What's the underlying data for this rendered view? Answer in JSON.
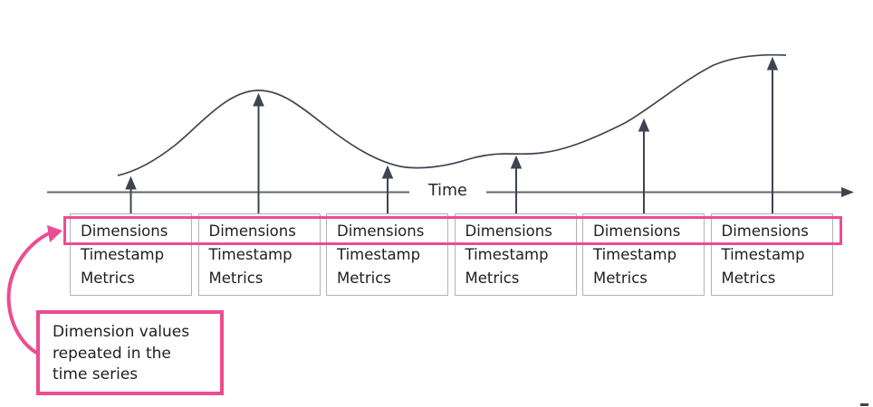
{
  "axis": {
    "label": "Time"
  },
  "records": [
    {
      "dimensions": "Dimensions",
      "timestamp": "Timestamp",
      "metrics": "Metrics"
    },
    {
      "dimensions": "Dimensions",
      "timestamp": "Timestamp",
      "metrics": "Metrics"
    },
    {
      "dimensions": "Dimensions",
      "timestamp": "Timestamp",
      "metrics": "Metrics"
    },
    {
      "dimensions": "Dimensions",
      "timestamp": "Timestamp",
      "metrics": "Metrics"
    },
    {
      "dimensions": "Dimensions",
      "timestamp": "Timestamp",
      "metrics": "Metrics"
    },
    {
      "dimensions": "Dimensions",
      "timestamp": "Timestamp",
      "metrics": "Metrics"
    }
  ],
  "callout": {
    "text": "Dimension values repeated in the time series",
    "lines": [
      "Dimension values",
      "repeated in the",
      "time series"
    ]
  },
  "colors": {
    "highlight_pink": "#ed4c92",
    "curve_dark": "#3e4451",
    "axis_gray": "#63666d",
    "box_border_gray": "#b1b2ba",
    "text_dark": "#1f1f1f"
  }
}
